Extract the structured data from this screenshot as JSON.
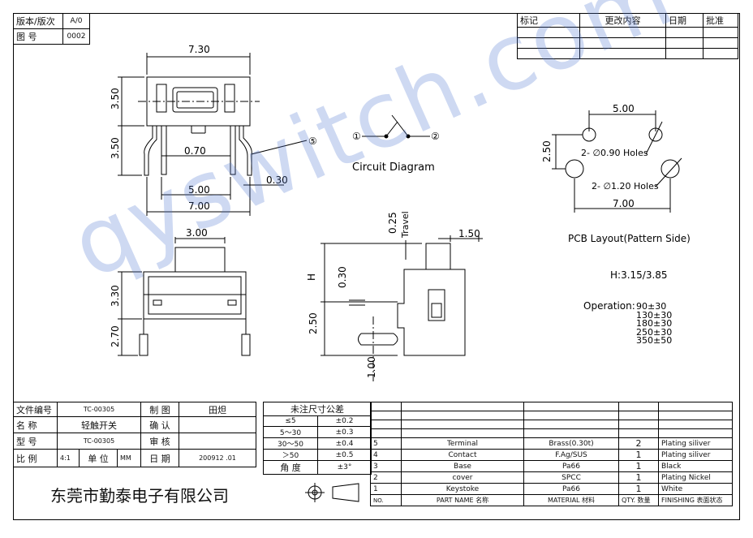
{
  "version_block": {
    "version_label": "版本/版次",
    "version_value": "A/0",
    "drawing_label": "图 号",
    "drawing_value": "0002"
  },
  "revision_block": {
    "headers": [
      "标记",
      "更改内容",
      "日期",
      "批准"
    ]
  },
  "dims": {
    "top_width": "7.30",
    "top_height1": "3.50",
    "top_height2": "3.50",
    "pin_gap": "0.70",
    "pin_inner": "5.00",
    "body_width": "7.00",
    "pin_thick": "0.30",
    "callout": "⑤",
    "front_width": "3.00",
    "front_h1": "3.30",
    "front_h2": "2.70",
    "side_travel_val": "0.25",
    "side_travel_label": "Travel",
    "side_width": "1.50",
    "side_030": "0.30",
    "side_H": "H",
    "side_250": "2.50",
    "side_100": "1.00",
    "pcb_500": "5.00",
    "pcb_250": "2.50",
    "pcb_hole_small": "2- ∅0.90 Holes",
    "pcb_hole_large": "2- ∅1.20 Holes",
    "pcb_700": "7.00"
  },
  "circuit": {
    "title": "Circuit Diagram",
    "node1": "①",
    "node2": "②"
  },
  "pcb_layout_label": "PCB Layout(Pattern Side)",
  "height_spec": "H:3.15/3.85",
  "operation": {
    "label": "Operation:",
    "values": [
      "90±30",
      "130±30",
      "180±30",
      "250±30",
      "350±50"
    ]
  },
  "watermark": "qyswitch.com",
  "title_block": {
    "rows": [
      {
        "l1": "文件编号",
        "v1": "TC-00305",
        "l2": "制 图",
        "v2": "田炟"
      },
      {
        "l1": "名  称",
        "v1": "轻触开关",
        "l2": "确 认",
        "v2": ""
      },
      {
        "l1": "型  号",
        "v1": "TC-00305",
        "l2": "审 核",
        "v2": ""
      }
    ],
    "scale_label": "比  例",
    "scale_value": "4:1",
    "unit_label": "单 位",
    "unit_value": "MM",
    "date_label": "日 期",
    "date_value": "200912 .01",
    "company": "东莞市勤泰电子有限公司"
  },
  "tolerance": {
    "title": "未注尺寸公差",
    "rows": [
      [
        "≤5",
        "±0.2"
      ],
      [
        "5～30",
        "±0.3"
      ],
      [
        "30～50",
        "±0.4"
      ],
      [
        "＞50",
        "±0.5"
      ],
      [
        "角 度",
        "±3°"
      ]
    ]
  },
  "bom": {
    "rows": [
      {
        "no": "5",
        "name": "Terminal",
        "material": "Brass(0.30t)",
        "qty": "2",
        "finish": "Plating siliver"
      },
      {
        "no": "4",
        "name": "Contact",
        "material": "F.Ag/SUS",
        "qty": "1",
        "finish": "Plating siliver"
      },
      {
        "no": "3",
        "name": "Base",
        "material": "Pa66",
        "qty": "1",
        "finish": "Black"
      },
      {
        "no": "2",
        "name": "cover",
        "material": "SPCC",
        "qty": "1",
        "finish": "Plating Nickel"
      },
      {
        "no": "1",
        "name": "Keystoke",
        "material": "Pa66",
        "qty": "1",
        "finish": "White"
      }
    ],
    "header": {
      "no": "NO.",
      "name": "PART  NAME 名称",
      "material": "MATERIAL 材料",
      "qty": "QTY. 数量",
      "finish": "FINISHING 表面状态"
    }
  }
}
